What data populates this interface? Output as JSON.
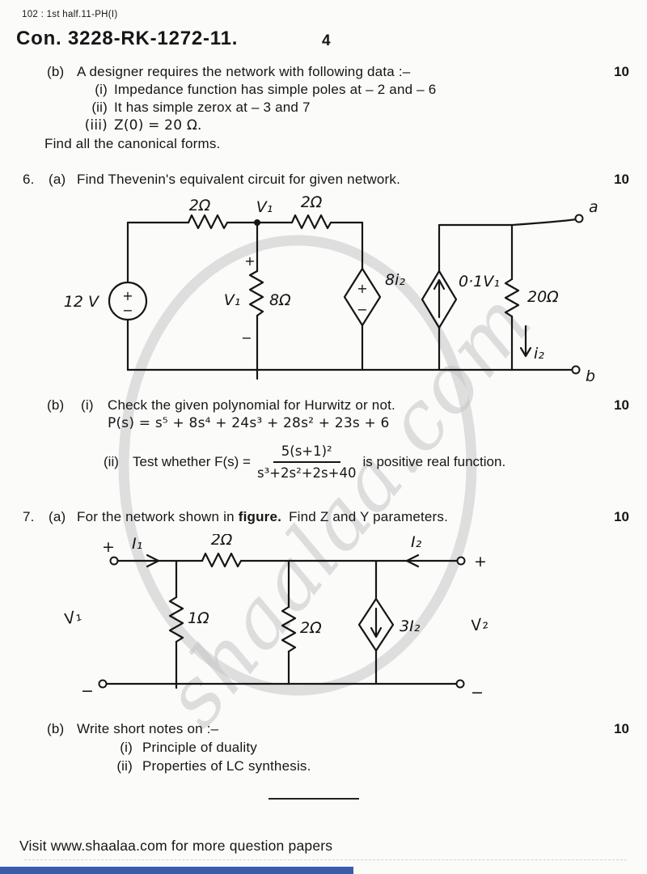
{
  "header": {
    "code": "102 : 1st half.11-PH(I)",
    "con": "Con. 3228-RK-1272-11.",
    "page": "4"
  },
  "q5b": {
    "label": "(b)",
    "text": "A designer requires the network with following data :–",
    "marks": "10",
    "sub": [
      {
        "label": "(i)",
        "text": "Impedance function has simple poles at – 2 and – 6"
      },
      {
        "label": "(ii)",
        "text": "It has simple zerox at – 3 and 7"
      },
      {
        "label": "(iii)",
        "text": "Z(0) = 20 Ω."
      }
    ],
    "tail": "Find  all the canonical forms."
  },
  "q6": {
    "number": "6.",
    "a_label": "(a)",
    "a_text": "Find Thevenin's equivalent circuit for given network.",
    "a_marks": "10",
    "b_label": "(b)",
    "b_i_label": "(i)",
    "b_i_text": "Check the given polynomial for Hurwitz or not.",
    "b_poly": "P(s) = s⁵ + 8s⁴ + 24s³ + 28s² + 23s + 6",
    "b_ii_label": "(ii)",
    "b_ii_pre": "Test whether F(s) =",
    "b_ii_num": "5(s+1)²",
    "b_ii_den": "s³+2s²+2s+40",
    "b_ii_post": "is positive real function.",
    "b_marks": "10"
  },
  "circuit1": {
    "r1": "2Ω",
    "v1_node": "V₁",
    "r2": "2Ω",
    "source": "12 V",
    "plus_mid": "+",
    "v1_mid": "V₁",
    "r3": "8Ω",
    "minus_mid": "−",
    "dep1_plus": "+",
    "dep1_minus": "−",
    "dep1": "8i₂",
    "dep2": "0·1V₁",
    "r4": "20Ω",
    "i2": "i₂",
    "term_a": "a",
    "term_b": "b",
    "src_plus": "+",
    "src_minus": "−"
  },
  "q7": {
    "number": "7.",
    "a_label": "(a)",
    "a_pre": "For the network shown in",
    "a_bold": "figure.",
    "a_post": "Find Z and Y parameters.",
    "a_marks": "10",
    "b_label": "(b)",
    "b_text": "Write short notes on :–",
    "b_marks": "10",
    "b_sub": [
      {
        "label": "(i)",
        "text": "Principle of duality"
      },
      {
        "label": "(ii)",
        "text": "Properties of LC synthesis."
      }
    ]
  },
  "circuit2": {
    "plus_left": "+",
    "i1": "I₁",
    "r_series": "2Ω",
    "i2": "I₂",
    "plus_right": "+",
    "v1": "V₁",
    "r1": "1Ω",
    "r2": "2Ω",
    "dep": "3I₂",
    "v2": "V₂",
    "minus_left": "−",
    "minus_right": "−"
  },
  "footer": {
    "visit": "Visit www.shaalaa.com for more question papers",
    "bar_color": "#3b5bad"
  },
  "watermark": {
    "text": "shaalaa.com",
    "gray": "#c6c6c6"
  }
}
